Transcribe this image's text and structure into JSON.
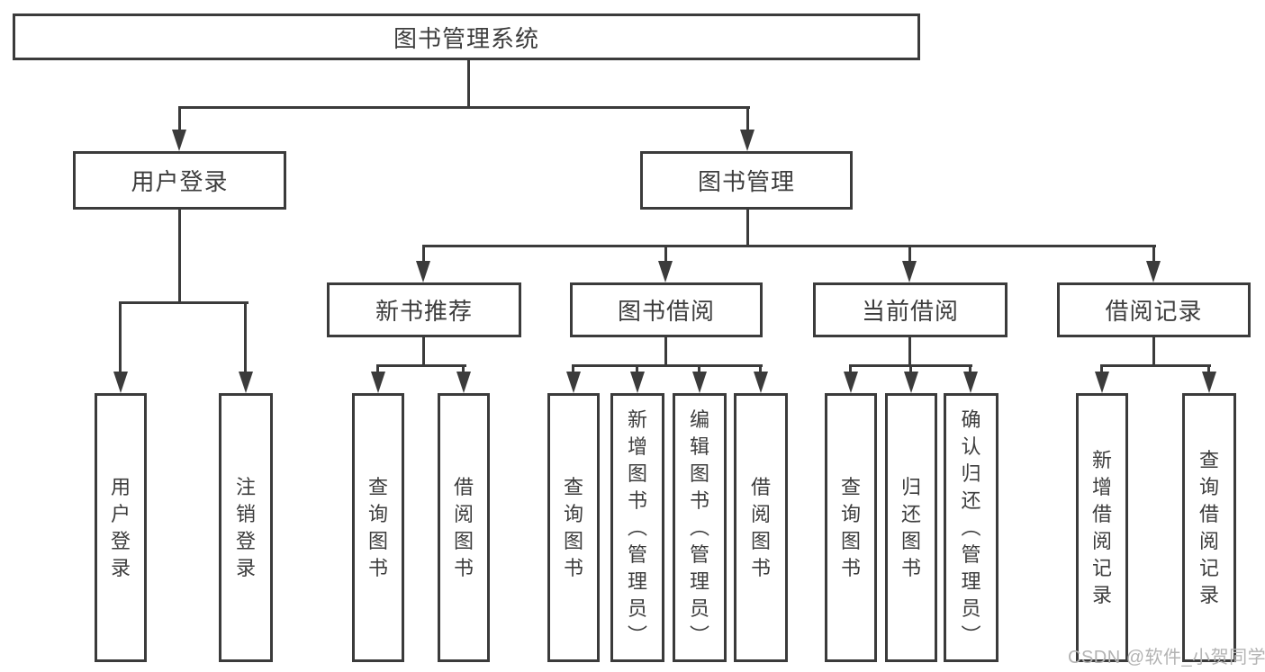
{
  "colors": {
    "line": "#3b3b3b",
    "text": "#3d3d3d",
    "watermark": "#b3b3b3",
    "background": "#ffffff"
  },
  "watermark": "CSDN @软件_小贺同学",
  "tree": {
    "label": "图书管理系统",
    "children": [
      {
        "label": "用户登录",
        "children": [
          {
            "label": "用户登录"
          },
          {
            "label": "注销登录"
          }
        ]
      },
      {
        "label": "图书管理",
        "children": [
          {
            "label": "新书推荐",
            "children": [
              {
                "label": "查询图书"
              },
              {
                "label": "借阅图书"
              }
            ]
          },
          {
            "label": "图书借阅",
            "children": [
              {
                "label": "查询图书"
              },
              {
                "label": "新增图书（管理员）"
              },
              {
                "label": "编辑图书（管理员）"
              },
              {
                "label": "借阅图书"
              }
            ]
          },
          {
            "label": "当前借阅",
            "children": [
              {
                "label": "查询图书"
              },
              {
                "label": "归还图书"
              },
              {
                "label": "确认归还（管理员）"
              }
            ]
          },
          {
            "label": "借阅记录",
            "children": [
              {
                "label": "新增借阅记录"
              },
              {
                "label": "查询借阅记录"
              }
            ]
          }
        ]
      }
    ]
  }
}
